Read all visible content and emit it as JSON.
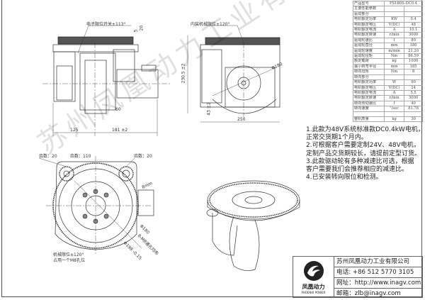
{
  "spec_table": {
    "model_label": "产品型号",
    "model_value": "FS180S-DC0.4",
    "section_main": "主要性能参数",
    "section_drive": "驱动部分",
    "drive_rows": [
      {
        "name": "电机额定功率",
        "unit": "KW",
        "value": "0.4"
      },
      {
        "name": "电机额定电压",
        "unit": "V(DC)",
        "value": "48"
      },
      {
        "name": "电机额定电流",
        "unit": "A",
        "value": "10.1"
      },
      {
        "name": "电机额定转速",
        "unit": "r/min",
        "value": "3000"
      },
      {
        "name": "驱动轮速比",
        "unit": "I",
        "value": "80"
      },
      {
        "name": "驱动轮直径",
        "unit": "mm",
        "value": "180"
      },
      {
        "name": "驱动轮速度",
        "unit": "m/min",
        "value": "21.20"
      },
      {
        "name": "驱动轮扭矩",
        "unit": "Nm",
        "value": "86.59"
      },
      {
        "name": "额定载荷",
        "unit": "kg",
        "value": "1000"
      },
      {
        "name": "最小转弯半径",
        "unit": "mm",
        "value": "185"
      },
      {
        "name": "转向扭矩",
        "unit": "Nm",
        "value": "8"
      }
    ],
    "section_steer": "转向部分",
    "steer_rows": [
      {
        "name": "电机额定功率",
        "unit": "W",
        "value": "90"
      },
      {
        "name": "电机额定电压",
        "unit": "V(DC)",
        "value": "24"
      },
      {
        "name": "电机额定电流",
        "unit": "A",
        "value": "5.5"
      },
      {
        "name": "电机额定转速",
        "unit": "r/min",
        "value": "3000"
      },
      {
        "name": "转向传动速比",
        "unit": "I",
        "value": "40"
      },
      {
        "name": "转向速度",
        "unit": "°/sec",
        "value": "81.78"
      }
    ],
    "weight": {
      "name": "整机质量",
      "unit": "kg",
      "value": "30"
    }
  },
  "notes": [
    "1.此款为48V系统标准款DC0.4kW电机，",
    "正常交货期1个月内。",
    "2.可根据客户需要定制24V、48V电机，",
    "定制产品交货期较长，请提前定型订货。",
    "3.此款驱动轮有多种减速比可选，根据",
    "客户需要我们会推荐相应的减速比。",
    "4.已安装转向限位和检测。"
  ],
  "drawing_labels": {
    "electronic_limit": "电子限位开关±113°",
    "internal_limit": "内装机械限位±120°",
    "dim_125": "125",
    "dim_181": "181 ±2",
    "dim_60": "60",
    "dim_20": "20",
    "dim_5": "5",
    "dim_height": "230.5 ±2",
    "dim_43": "43 ±2",
    "dim_250": "250",
    "dim_phi180": "Φ180",
    "teeth_left": "齿数：20",
    "teeth_center": "齿数：110",
    "teeth_right": "齿数：20",
    "mech_limit_1": "机械限位±120°",
    "mech_limit_2": "占用一个M8孔位",
    "holes": "8-M8通孔均布",
    "phi_pcd": "Φ180",
    "phi_bore": "Φ198 -0.15",
    "dim_8mm": "8mm"
  },
  "watermark": "苏州凤凰动力工业有限公司",
  "contact": {
    "company": "苏州凤凰动力工业有限公司",
    "phone": "电话: +86 512 5770 3105",
    "website": "网址：http://www.inagv.com",
    "email": "邮箱：zlb@inagv.com",
    "logo_cn": "凤凰动力",
    "logo_en": "PHOENIX POWER"
  }
}
